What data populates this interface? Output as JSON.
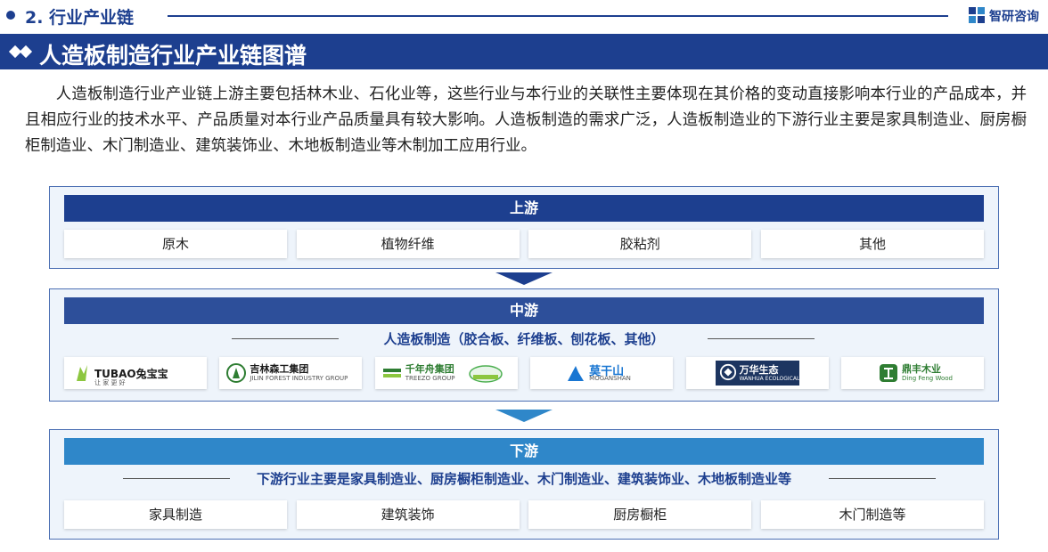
{
  "header": {
    "section": "2. 行业产业链",
    "brand": "智研咨询"
  },
  "title": "人造板制造行业产业链图谱",
  "intro": "人造板制造行业产业链上游主要包括林木业、石化业等，这些行业与本行业的关联性主要体现在其价格的变动直接影响本行业的产品成本，并且相应行业的技术水平、产品质量对本行业产品质量具有较大影响。人造板制造的需求广泛，人造板制造业的下游行业主要是家具制造业、厨房橱柜制造业、木门制造业、建筑装饰业、木地板制造业等木制加工应用行业。",
  "upstream": {
    "label": "上游",
    "items": [
      "原木",
      "植物纤维",
      "胶粘剂",
      "其他"
    ]
  },
  "midstream": {
    "label": "中游",
    "subtitle": "人造板制造（胶合板、纤维板、刨花板、其他）",
    "logos": [
      {
        "name": "TUBAO兔宝宝",
        "sub": "让 家 更 好",
        "color": "#1a1a1a",
        "accent": "#8cc63f"
      },
      {
        "name": "吉林森工集团",
        "sub": "JILIN FOREST INDUSTRY GROUP",
        "color": "#1a1a1a",
        "accent": "#2e7d32"
      },
      {
        "name": "千年舟集团",
        "sub": "TREEZO GROUP",
        "color": "#2e7d32",
        "accent": "#4caf50"
      },
      {
        "name": "莫干山",
        "sub": "MOGANSHAN",
        "color": "#1976d2",
        "accent": "#1976d2"
      },
      {
        "name": "万华生态",
        "sub": "WANHUA ECOLOGICAL",
        "color": "#ffffff",
        "accent": "#1d3560"
      },
      {
        "name": "鼎丰木业",
        "sub": "Ding Feng Wood",
        "color": "#2e7d32",
        "accent": "#2e7d32"
      }
    ]
  },
  "downstream": {
    "label": "下游",
    "subtitle": "下游行业主要是家具制造业、厨房橱柜制造业、木门制造业、建筑装饰业、木地板制造业等",
    "items": [
      "家具制造",
      "建筑装饰",
      "厨房橱柜",
      "木门制造等"
    ]
  }
}
